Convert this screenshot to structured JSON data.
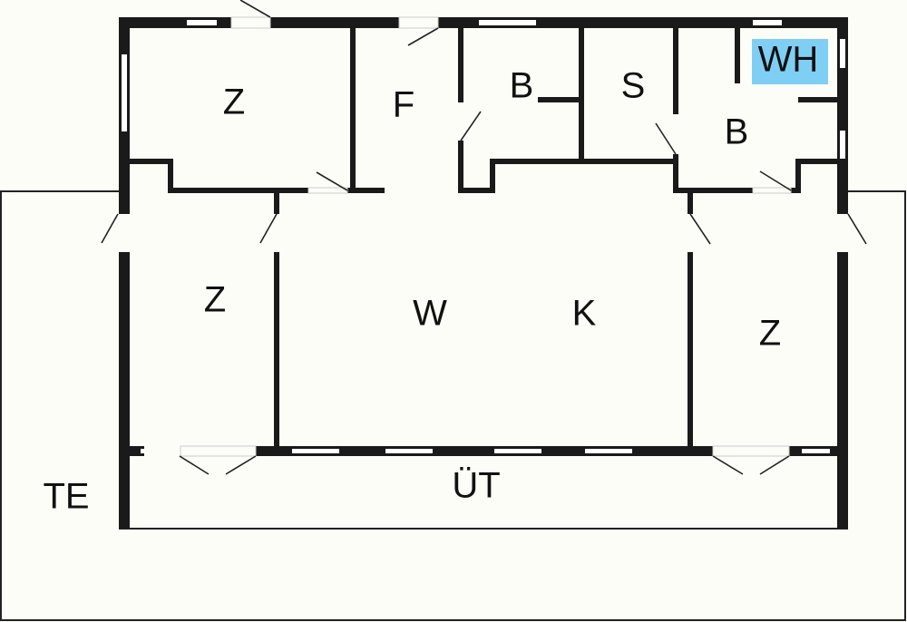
{
  "plan": {
    "highlight_color": "#7fcff5",
    "rooms": [
      {
        "id": "z1",
        "label": "Z"
      },
      {
        "id": "f",
        "label": "F"
      },
      {
        "id": "b1",
        "label": "B"
      },
      {
        "id": "s",
        "label": "S"
      },
      {
        "id": "wh",
        "label": "WH"
      },
      {
        "id": "b2",
        "label": "B"
      },
      {
        "id": "z2",
        "label": "Z"
      },
      {
        "id": "w",
        "label": "W"
      },
      {
        "id": "k",
        "label": "K"
      },
      {
        "id": "z3",
        "label": "Z"
      },
      {
        "id": "ut",
        "label": "ÜT"
      },
      {
        "id": "te",
        "label": "TE"
      }
    ]
  }
}
